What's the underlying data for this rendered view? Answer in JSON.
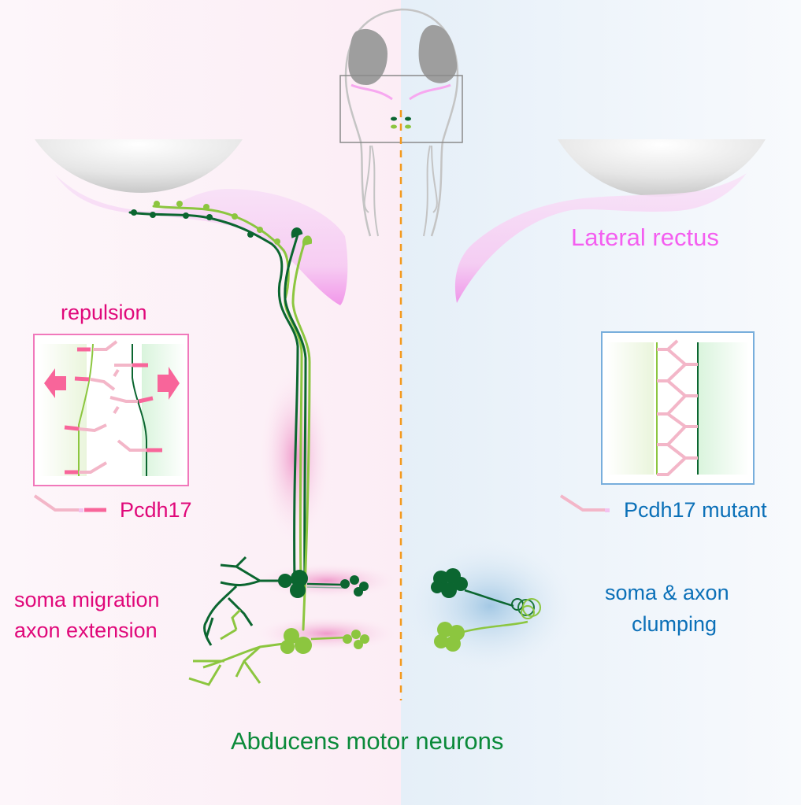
{
  "title": "Pcdh17 repulsion in abducens motor neuron development",
  "colors": {
    "wildtype_bg": "#fdf1f6",
    "mutant_bg": "#e7f0f8",
    "wildtype_text": "#e0087a",
    "mutant_text": "#0b70b8",
    "muscle_text": "#f45ef0",
    "neuron_text": "#0b8a3a",
    "neuron_dark": "#0b6630",
    "neuron_light": "#8cc63f",
    "midline": "#f39a1e",
    "muscle": "#f6a8ee",
    "pcdh17": "#f3b6c8",
    "pcdh17_end": "#f8659a"
  },
  "labels": {
    "lateral_rectus": "Lateral rectus",
    "repulsion": "repulsion",
    "pcdh17_legend": "Pcdh17",
    "pcdh17_mutant_legend": "Pcdh17 mutant",
    "wildtype_phenotype_line1": "soma migration",
    "wildtype_phenotype_line2": "axon extension",
    "mutant_phenotype_line1": "soma & axon",
    "mutant_phenotype_line2": "clumping",
    "neurons": "Abducens motor neurons"
  },
  "panels": [
    {
      "id": "wildtype",
      "side": "left",
      "outcome": "repulsion"
    },
    {
      "id": "pcdh17-mutant",
      "side": "right",
      "outcome": "clumping"
    }
  ],
  "icons": [
    "larva-dorsal-view",
    "eye",
    "lateral-rectus-muscle",
    "axon-bundle",
    "soma-cluster",
    "repulsion-arrow",
    "pcdh17-molecule",
    "midline"
  ]
}
